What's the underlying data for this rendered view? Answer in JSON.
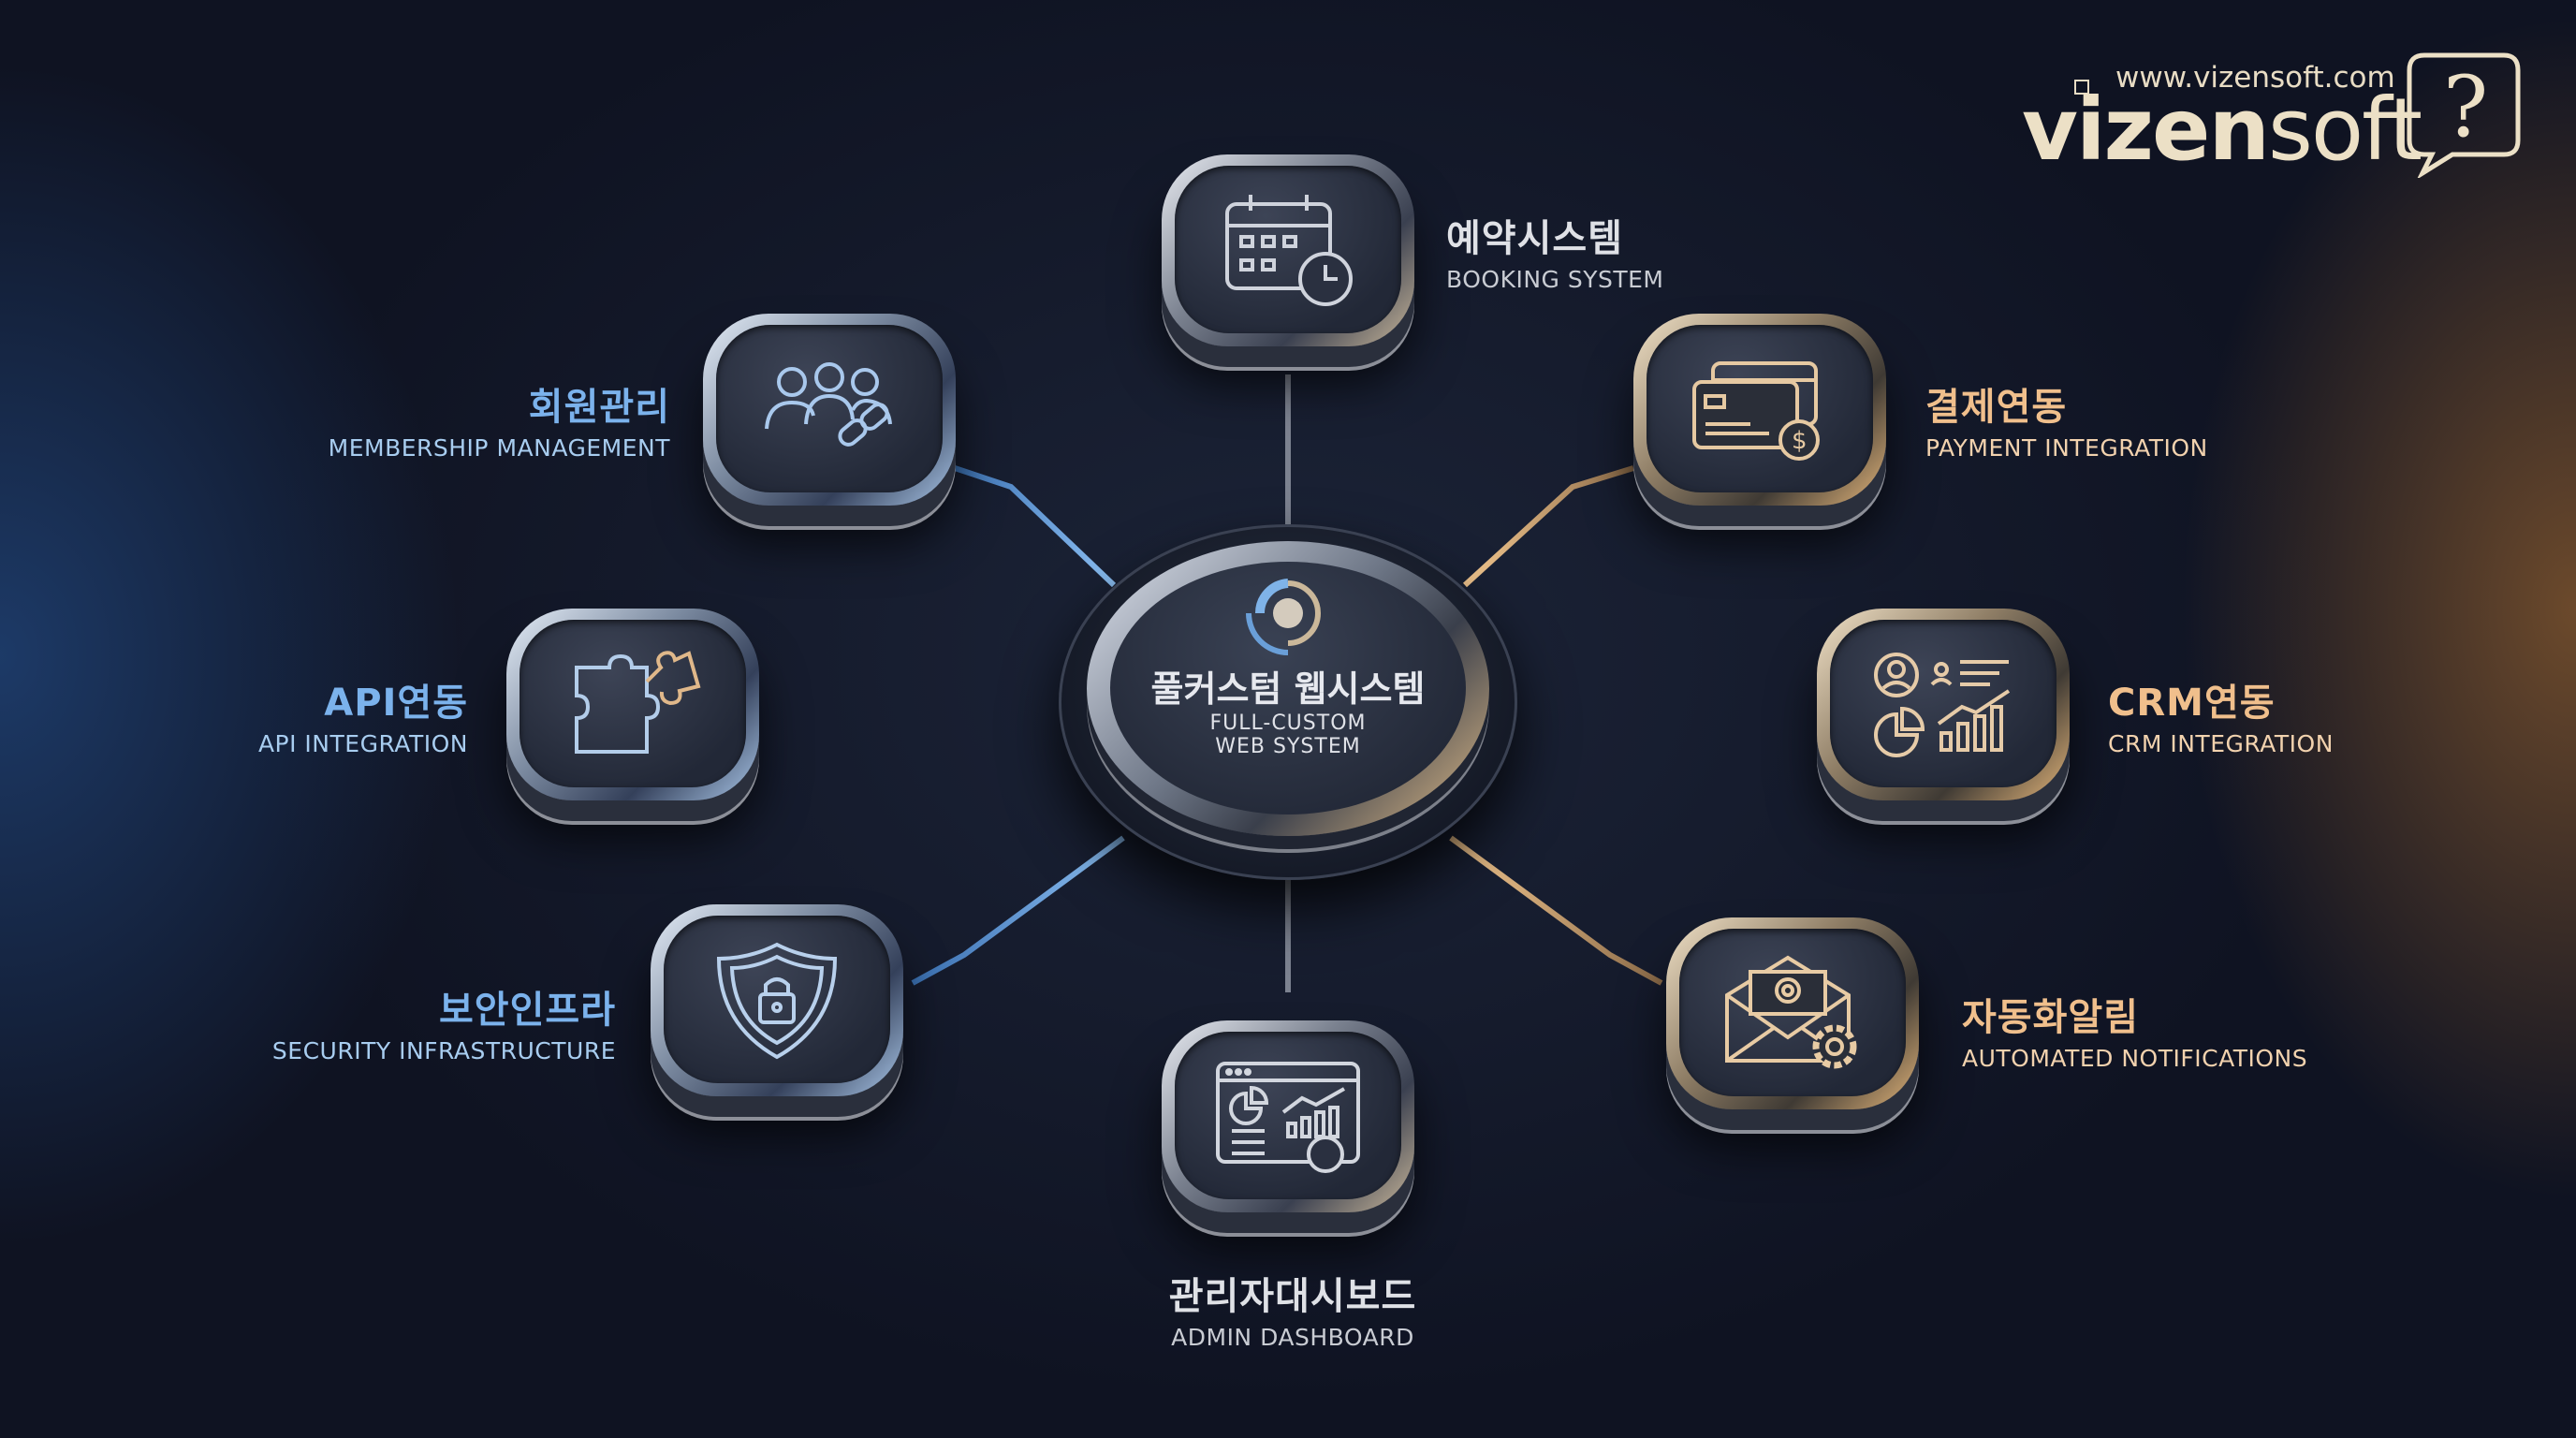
{
  "logo": {
    "url": "www.vizensoft.com",
    "name_bold": "vizen",
    "name_light": "soft"
  },
  "hub": {
    "title_ko": "풀커스텀 웹시스템",
    "title_en_1": "FULL-CUSTOM",
    "title_en_2": "WEB SYSTEM"
  },
  "nodes": {
    "booking": {
      "ko": "예약시스템",
      "en": "BOOKING SYSTEM"
    },
    "membership": {
      "ko": "회원관리",
      "en": "MEMBERSHIP MANAGEMENT"
    },
    "payment": {
      "ko": "결제연동",
      "en": "PAYMENT INTEGRATION"
    },
    "api": {
      "ko": "API연동",
      "en": "API INTEGRATION"
    },
    "crm": {
      "ko": "CRM연동",
      "en": "CRM INTEGRATION"
    },
    "security": {
      "ko": "보안인프라",
      "en": "SECURITY INFRASTRUCTURE"
    },
    "notifications": {
      "ko": "자동화알림",
      "en": "AUTOMATED NOTIFICATIONS"
    },
    "admin": {
      "ko": "관리자대시보드",
      "en": "ADMIN DASHBOARD"
    }
  },
  "colors": {
    "blue": "#7bb2ec",
    "gold": "#f0bf8c",
    "bg": "#151a29"
  }
}
